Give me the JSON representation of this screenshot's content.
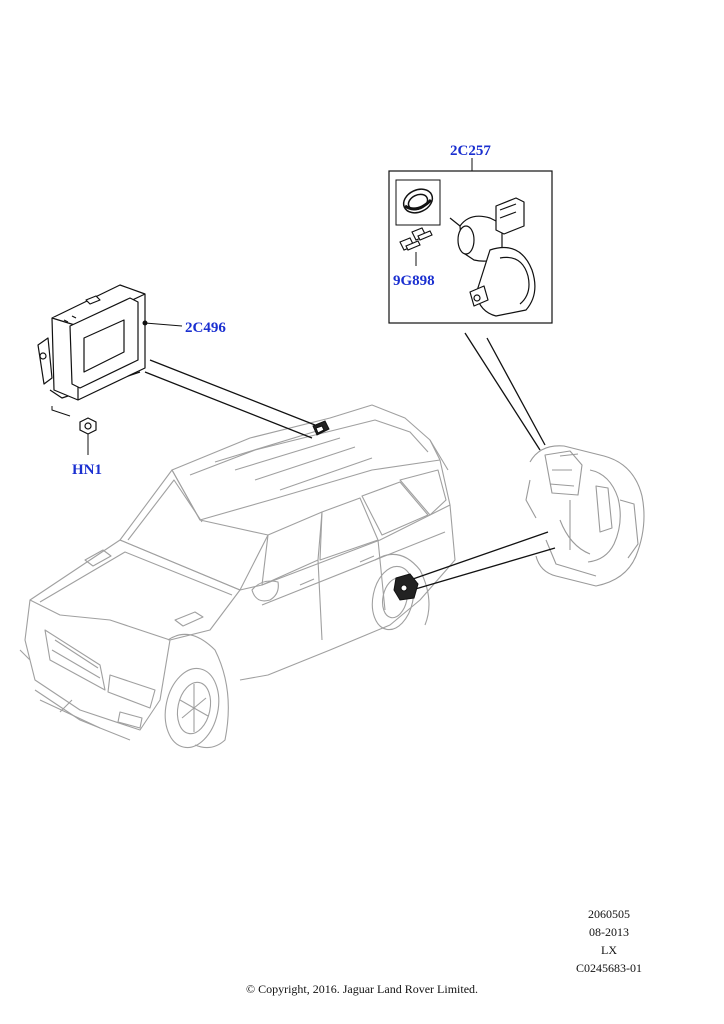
{
  "diagram": {
    "callouts": {
      "part_2C257": "2C257",
      "part_9G898": "9G898",
      "part_2C496": "2C496",
      "part_HN1": "HN1"
    },
    "meta": {
      "illustration_number": "2060505",
      "date": "08-2013",
      "model_code": "LX",
      "reference": "C0245683-01"
    },
    "copyright": "© Copyright, 2016. Jaguar Land Rover Limited."
  },
  "colors": {
    "callout_text": "#1a2fd0",
    "line_art": "#111111",
    "vehicle_line": "#9a9a9a"
  },
  "icons": {
    "vehicle": "vehicle-outline-icon",
    "module": "control-module-icon",
    "actuator": "brake-actuator-motor-icon",
    "caliper": "brake-caliper-icon"
  }
}
